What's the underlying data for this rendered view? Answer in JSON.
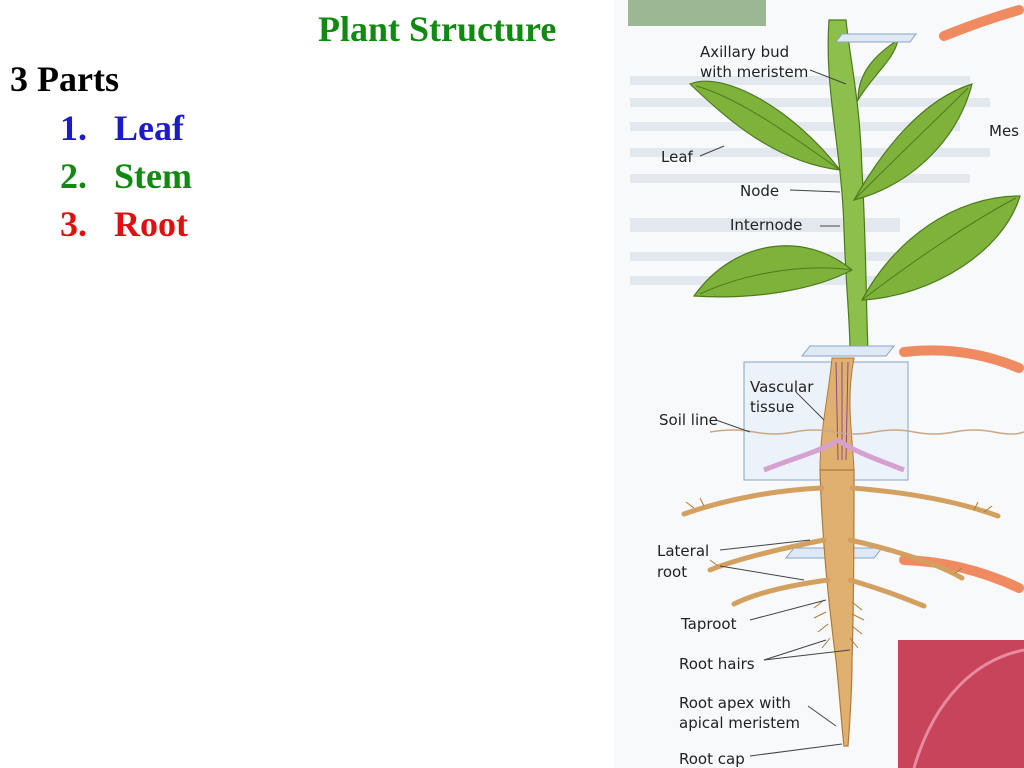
{
  "slide": {
    "title": "Plant Structure",
    "heading": "3 Parts",
    "parts": [
      {
        "number": "1.",
        "label": "Leaf",
        "color": "#1b1bc8"
      },
      {
        "number": "2.",
        "label": "Stem",
        "color": "#118a11"
      },
      {
        "number": "3.",
        "label": "Root",
        "color": "#e01010"
      }
    ]
  },
  "figure": {
    "labels": {
      "axillary_bud_1": "Axillary bud",
      "axillary_bud_2": "with meristem",
      "leaf": "Leaf",
      "node": "Node",
      "internode": "Internode",
      "vascular_1": "Vascular",
      "vascular_2": "tissue",
      "soil_line": "Soil line",
      "lateral_1": "Lateral",
      "lateral_2": "root",
      "taproot": "Taproot",
      "root_hairs": "Root hairs",
      "root_apex_1": "Root apex with",
      "root_apex_2": "apical meristem",
      "root_cap": "Root cap",
      "meso_cut": "Mes"
    },
    "colors": {
      "leaf": "#7fb23a",
      "leaf_dark": "#4d7a1e",
      "stem": "#8cc04a",
      "root": "#e0b070",
      "root_dark": "#b07a38",
      "vascular": "#d6a0d0",
      "arrow": "#f08a60",
      "micrograph": "#c8445a"
    }
  }
}
